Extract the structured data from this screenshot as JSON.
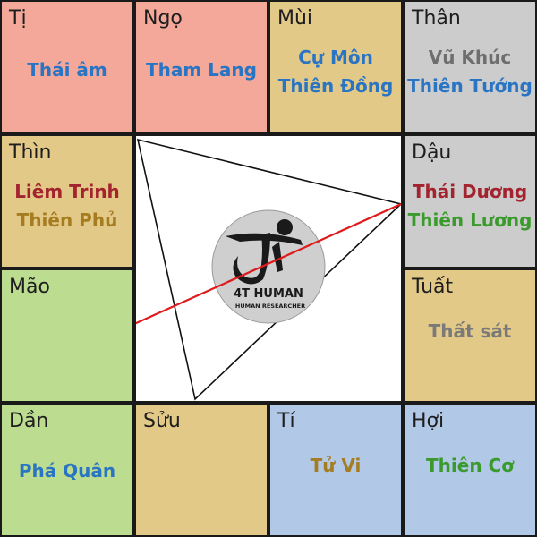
{
  "palaces": [
    {
      "id": "ti",
      "branch": "Tị",
      "color": "#f4a899",
      "stars": [
        {
          "name": "Thái âm",
          "color": "#2a74c4"
        }
      ]
    },
    {
      "id": "ngo",
      "branch": "Ngọ",
      "color": "#f4a899",
      "stars": [
        {
          "name": "Tham Lang",
          "color": "#2a74c4"
        }
      ]
    },
    {
      "id": "mui",
      "branch": "Mùi",
      "color": "#e3c987",
      "stars": [
        {
          "name": "Cự Môn",
          "color": "#2a74c4"
        },
        {
          "name": "Thiên Đồng",
          "color": "#2a74c4"
        }
      ]
    },
    {
      "id": "than",
      "branch": "Thân",
      "color": "#cccccc",
      "stars": [
        {
          "name": "Vũ Khúc",
          "color": "#6e6e6e"
        },
        {
          "name": "Thiên Tướng",
          "color": "#2a74c4"
        }
      ]
    },
    {
      "id": "thin",
      "branch": "Thìn",
      "color": "#e3c987",
      "stars": [
        {
          "name": "Liêm Trinh",
          "color": "#a3232e"
        },
        {
          "name": "Thiên Phủ",
          "color": "#a57c1f"
        }
      ]
    },
    {
      "id": "dau",
      "branch": "Dậu",
      "color": "#cccccc",
      "stars": [
        {
          "name": "Thái Dương",
          "color": "#a3232e"
        },
        {
          "name": "Thiên Lương",
          "color": "#3a9a2c"
        }
      ]
    },
    {
      "id": "mao",
      "branch": "Mão",
      "color": "#bcdc8f",
      "stars": []
    },
    {
      "id": "tuat",
      "branch": "Tuất",
      "color": "#e3c987",
      "stars": [
        {
          "name": "Thất sát",
          "color": "#7a7a7a"
        }
      ]
    },
    {
      "id": "dan",
      "branch": "Dần",
      "color": "#bcdc8f",
      "stars": [
        {
          "name": "Phá Quân",
          "color": "#2a74c4"
        }
      ]
    },
    {
      "id": "suu",
      "branch": "Sửu",
      "color": "#e3c987",
      "stars": []
    },
    {
      "id": "ty",
      "branch": "Tí",
      "color": "#b1c8e7",
      "stars": [
        {
          "name": "Tử Vi",
          "color": "#a57c1f"
        }
      ]
    },
    {
      "id": "hoi",
      "branch": "Hợi",
      "color": "#b1c8e7",
      "stars": [
        {
          "name": "Thiên Cơ",
          "color": "#3a9a2c"
        }
      ]
    }
  ],
  "center": {
    "logo_title": "4T HUMAN",
    "logo_subtitle": "HUMAN RESEARCHER",
    "triangle_color": "#111111",
    "axis_color": "#e01a1a"
  }
}
